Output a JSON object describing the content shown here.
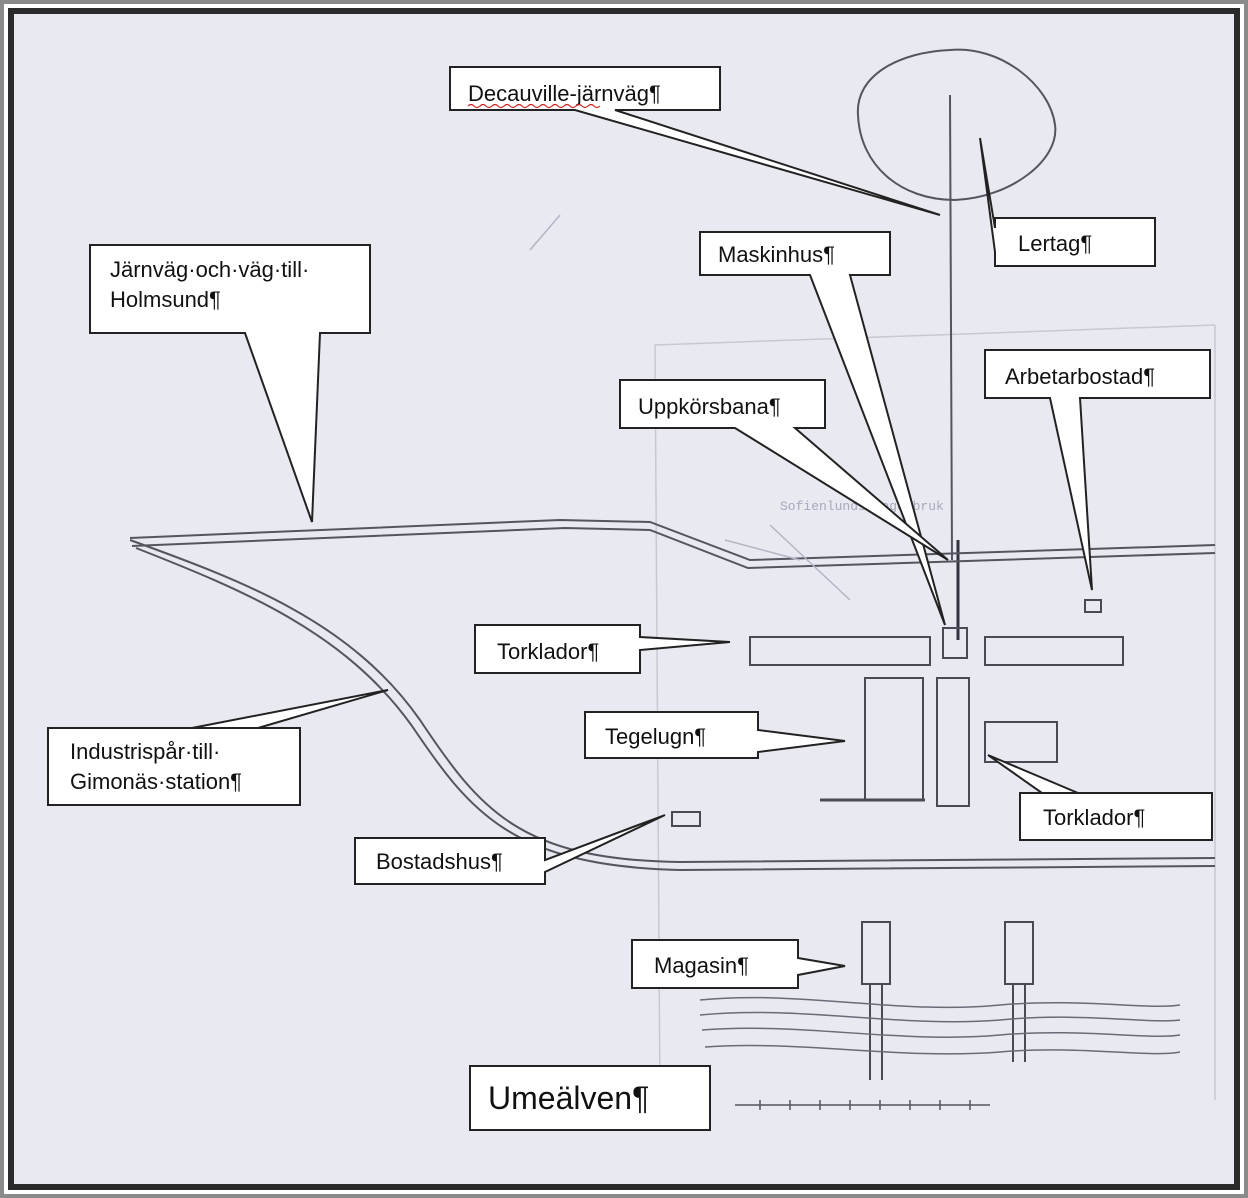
{
  "labels": {
    "decauville": "Decauville-järnväg¶",
    "lertag": "Lertag¶",
    "maskinhus": "Maskinhus¶",
    "jarnvag_line1": "Järnväg·och·väg·till·",
    "jarnvag_line2": "Holmsund¶",
    "uppkorsbana": "Uppkörsbana¶",
    "arbetarbostad": "Arbetarbostad¶",
    "torklador_1": "Torklador¶",
    "tegelugn": "Tegelugn¶",
    "industrispar_line1": "Industrispår·till·",
    "industrispar_line2": "Gimonäs·station¶",
    "torklador_2": "Torklador¶",
    "bostadshus": "Bostadshus¶",
    "magasin": "Magasin¶",
    "umealven": "Umeälven¶"
  },
  "colors": {
    "paper": "#e9e9f1",
    "pencil": "#55555f",
    "callout_fill": "#ffffff",
    "callout_stroke": "#222222",
    "spellcheck": "#d02020"
  }
}
